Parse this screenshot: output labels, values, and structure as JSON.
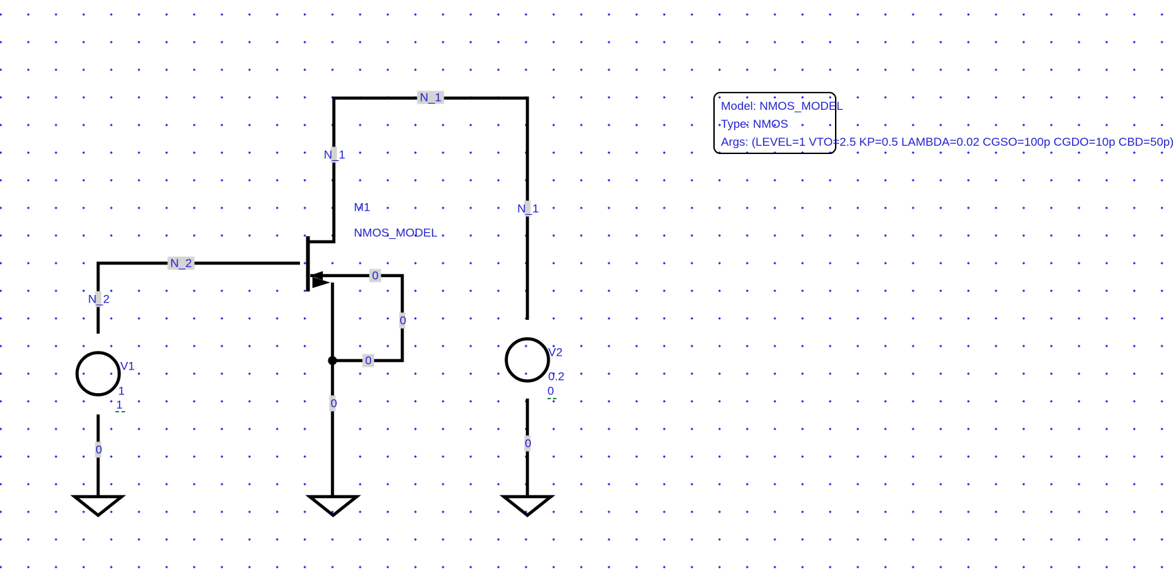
{
  "colors": {
    "background": "#ffffff",
    "grid_dot": "#2626ee",
    "wire": "#000000",
    "text_blue": "#2323cd",
    "net_highlight": "#d4d4d4",
    "underline_green": "#2e8b2e"
  },
  "nets": {
    "n1": "N_1",
    "n2": "N_2",
    "gnd": "0"
  },
  "components": {
    "m1": {
      "ref": "M1",
      "model": "NMOS_MODEL"
    },
    "v1": {
      "ref": "V1",
      "values": [
        "1",
        "1"
      ]
    },
    "v2": {
      "ref": "V2",
      "values": [
        "0.2",
        "0"
      ]
    }
  },
  "model_box": {
    "model_line": "Model: NMOS_MODEL",
    "type_line": "Type: NMOS",
    "args_line": "Args: (LEVEL=1 VTO=2.5 KP=0.5 LAMBDA=0.02 CGSO=100p CGDO=10p CBD=50p)"
  }
}
